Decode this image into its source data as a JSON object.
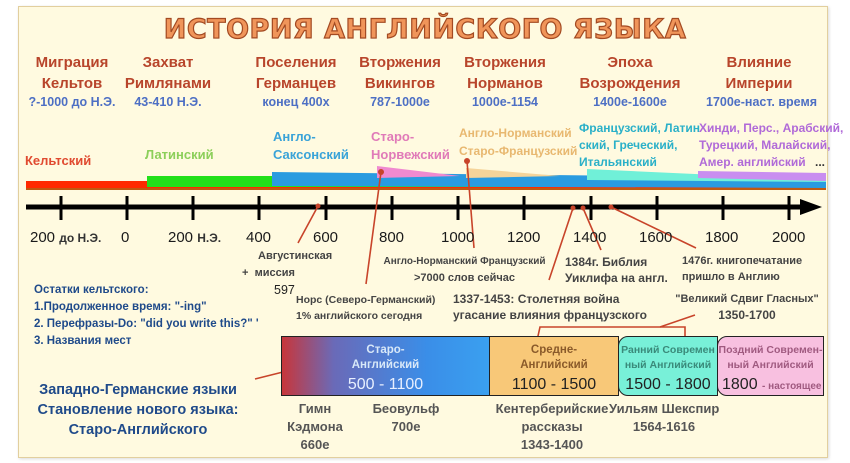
{
  "title": "ИСТОРИЯ АНГЛИЙСКОГО ЯЗЫКА",
  "events": [
    {
      "line1": "Миграция",
      "line2": "Кельтов",
      "date": "?-1000 до Н.Э."
    },
    {
      "line1": "Захват",
      "line2": "Римлянами",
      "date": "43-410 Н.Э."
    },
    {
      "line1": "Поселения",
      "line2": "Германцев",
      "date": "конец 400х"
    },
    {
      "line1": "Вторжения",
      "line2": "Викингов",
      "date": "787-1000е"
    },
    {
      "line1": "Вторжения",
      "line2": "Норманов",
      "date": "1000е-1154"
    },
    {
      "line1": "Эпоха",
      "line2": "Возрождения",
      "date": "1400е-1600е"
    },
    {
      "line1": "Влияние",
      "line2": "Империи",
      "date": "1700е-наст. время"
    }
  ],
  "languages": [
    {
      "label": "Кельтский",
      "color": "#e8432a",
      "bar_color": "#ff2a00"
    },
    {
      "label": "Латинский",
      "color": "#8ccf5a",
      "bar_color": "#22e01a"
    },
    {
      "label_line1": "Англо-",
      "label_line2": "Саксонский",
      "color": "#3aa3d8",
      "bar_color": "#2a9be0"
    },
    {
      "label_line1": "Старо-",
      "label_line2": "Норвежский",
      "color": "#e07ab8",
      "bar_color": "#f08ad0"
    },
    {
      "label_line1": "Англо-Норманский",
      "label_line2": "Старо-Французский",
      "color": "#e8b870",
      "bar_color": "#f5d49a"
    },
    {
      "label_line1": "Французский, Латин",
      "label_line2": "ский, Греческий,",
      "label_line3": "Итальянский",
      "color": "#2ab0c8",
      "bar_color": "#70f0d8"
    },
    {
      "label_line1": "Хинди, Перс., Арабский,",
      "label_line2": "Турецкий, Малайский,",
      "label_line3": "Амер. английский",
      "extra": "...",
      "color": "#b06ad8",
      "bar_color": "#c98ef0"
    }
  ],
  "axis": {
    "ticks": [
      {
        "value": "200",
        "suffix": "до Н.Э."
      },
      {
        "value": "0",
        "suffix": ""
      },
      {
        "value": "200",
        "suffix": "Н.Э."
      },
      {
        "value": "400",
        "suffix": ""
      },
      {
        "value": "600",
        "suffix": ""
      },
      {
        "value": "800",
        "suffix": ""
      },
      {
        "value": "1000",
        "suffix": ""
      },
      {
        "value": "1200",
        "suffix": ""
      },
      {
        "value": "1400",
        "suffix": ""
      },
      {
        "value": "1600",
        "suffix": ""
      },
      {
        "value": "1800",
        "suffix": ""
      },
      {
        "value": "2000",
        "suffix": ""
      }
    ]
  },
  "annotations": {
    "augustine": {
      "line1": "Августинская",
      "plus": "+",
      "line2": "миссия",
      "year": "597"
    },
    "norse": {
      "line1": "Норс (Северо-Германский)",
      "line2": "1% английского сегодня"
    },
    "anglo_norman": {
      "line1": "Англо-Норманский Французский",
      "line2": ">7000 слов сейчас"
    },
    "wycliffe": {
      "line1": "1384г. Библия",
      "line2": "Уиклифа на англ."
    },
    "printing": {
      "line1": "1476г. книгопечатание",
      "line2": "пришло в Англию"
    },
    "hundred_years": {
      "line1": "1337-1453: Столетняя война",
      "line2": "угасание влияния французского"
    },
    "vowel_shift": {
      "line1": "\"Великий Сдвиг Гласных\"",
      "line2": "1350-1700"
    }
  },
  "celtic_remnants": {
    "heading": "Остатки кельтского:",
    "items": [
      "1.Продолженное время: \"-ing\"",
      "2. Перефразы-Do: \"did you write this?\" '",
      "3. Названия мест"
    ]
  },
  "west_germanic": {
    "line1": "Западно-Германские языки",
    "line2": "Становление нового языка:",
    "line3": "Старо-Английского"
  },
  "periods": [
    {
      "name_line1": "Старо-",
      "name_line2": "Английский",
      "years": "500 - 1100",
      "color": "#3a8ee8"
    },
    {
      "name_line1": "Средне-",
      "name_line2": "Английский",
      "years": "1100 - 1500",
      "color": "#f8c878"
    },
    {
      "name_line1": "Ранний Современ",
      "name_line2": "ный Английский",
      "years": "1500 - 1800",
      "color": "#78f0d8"
    },
    {
      "name_line1": "Поздний Современ-",
      "name_line2": "ный Английский",
      "years": "1800",
      "years_suffix": "- настоящее",
      "color": "#f8c0e0"
    }
  ],
  "works": [
    {
      "line1": "Гимн",
      "line2": "Кэдмона",
      "line3": "660е"
    },
    {
      "line1": "Беовульф",
      "line2": "700е"
    },
    {
      "line1": "Кентерберийские",
      "line2": "рассказы",
      "line3": "1343-1400"
    },
    {
      "line1": "Уильям Шекспир",
      "line2": "1564-1616"
    }
  ]
}
